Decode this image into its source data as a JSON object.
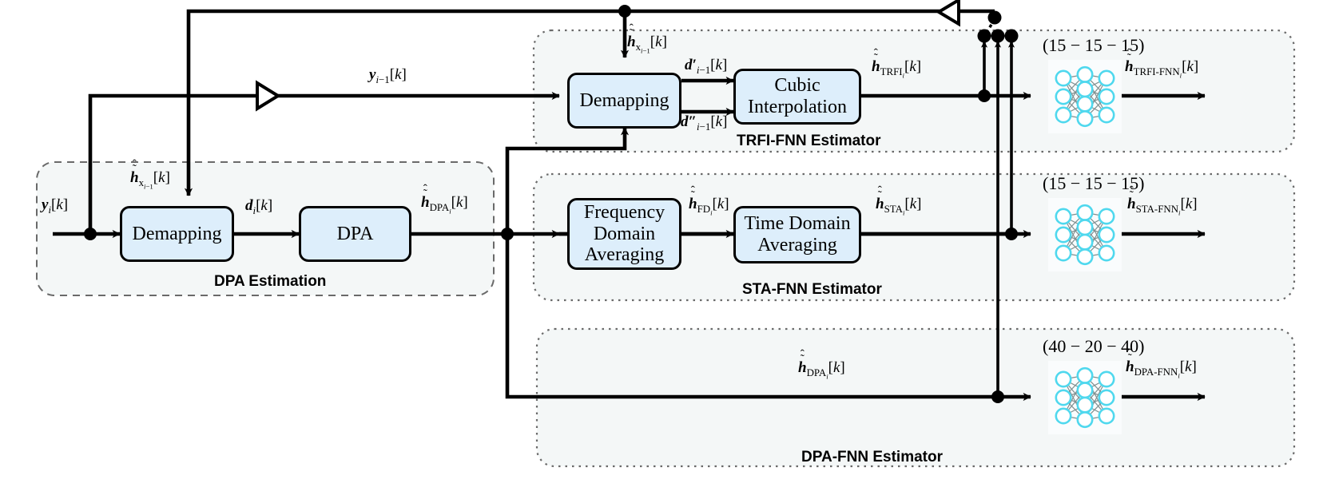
{
  "figure": {
    "title": "Channel estimation block diagram with FNN estimators",
    "accent_block_fill": "#ddeefb",
    "group_fill": "#f4f7f7",
    "neuron_color": "#4fd8ee",
    "edge_color": "#7f8f8f",
    "line_color": "#000000"
  },
  "blocks": {
    "demapping_dpa": "Demapping",
    "dpa": "DPA",
    "demapping_trfi": "Demapping",
    "cubic_interpolation_l1": "Cubic",
    "cubic_interpolation_l2": "Interpolation",
    "fda_l1": "Frequency",
    "fda_l2": "Domain",
    "fda_l3": "Averaging",
    "tda_l1": "Time Domain",
    "tda_l2": "Averaging"
  },
  "groups": {
    "dpa_estimation": "DPA Estimation",
    "trfi_fnn": "TRFI-FNN Estimator",
    "sta_fnn": "STA-FNN Estimator",
    "dpa_fnn": "DPA-FNN Estimator"
  },
  "networks": {
    "trfi_topology": "(15 − 15 − 15)",
    "sta_topology": "(15 − 15 − 15)",
    "dpa_topology": "(40 − 20 − 40)",
    "layers": [
      3,
      4,
      3
    ]
  },
  "signals": {
    "y_i": "y_i[k]",
    "y_im1": "y_{i-1}[k]",
    "hx_im1_top": "ĥ̃_{x_{i-1}}[k]",
    "hx_im1_dpa": "ĥ̃_{x_{i-1}}[k]",
    "d_i": "d_i[k]",
    "h_dpa_i": "ĥ̃_{DPA_i}[k]",
    "d_prime": "d'_{i-1}[k]",
    "d_dprime": "d''_{i-1}[k]",
    "h_trfi": "ĥ̃_{TRFI_i}[k]",
    "h_trfi_fnn": "ĥ̃_{TRFI-FNN_i}[k]",
    "h_fd": "ĥ̃_{FD_i}[k]",
    "h_sta": "ĥ̃_{STA_i}[k]",
    "h_sta_fnn": "ĥ̃_{STA-FNN_i}[k]",
    "h_dpa_fnn_in": "ĥ̃_{DPA_i}[k]",
    "h_dpa_fnn": "ĥ̃_{DPA-FNN_i}[k]"
  },
  "subscripts": {
    "i": "i",
    "im1": "i−1",
    "x": "x",
    "DPA": "DPA",
    "TRFI": "TRFI",
    "FD": "FD",
    "STA": "STA",
    "TRFI_FNN": "TRFI-FNN",
    "STA_FNN": "STA-FNN",
    "DPA_FNN": "DPA-FNN"
  },
  "tokens": {
    "y": "y",
    "d": "d",
    "dprime": "d′",
    "ddprime": "d″",
    "h": "h",
    "bracket_k": "[k]",
    "hat": "ˆ",
    "tilde": "˜"
  }
}
